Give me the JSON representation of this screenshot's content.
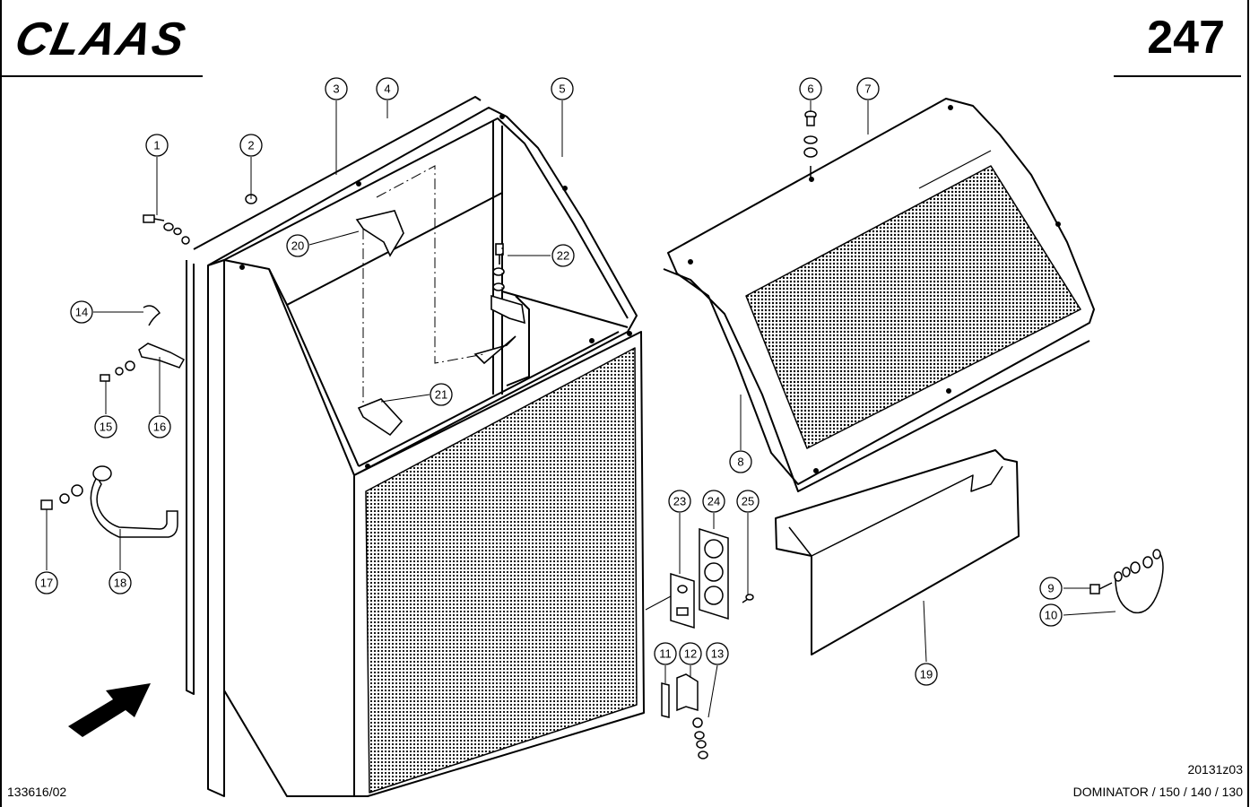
{
  "header": {
    "brand": "CLAAS",
    "page_number": "247"
  },
  "footer": {
    "drawing_number": "133616/02",
    "reference_code": "20131z03",
    "models": "DOMINATOR / 150 / 140 / 130"
  },
  "callouts": [
    "1",
    "2",
    "3",
    "4",
    "5",
    "6",
    "7",
    "8",
    "9",
    "10",
    "11",
    "12",
    "13",
    "14",
    "15",
    "16",
    "17",
    "18",
    "19",
    "20",
    "21",
    "22",
    "23",
    "24",
    "25"
  ],
  "icons": {
    "direction_arrow": "arrow-icon"
  }
}
